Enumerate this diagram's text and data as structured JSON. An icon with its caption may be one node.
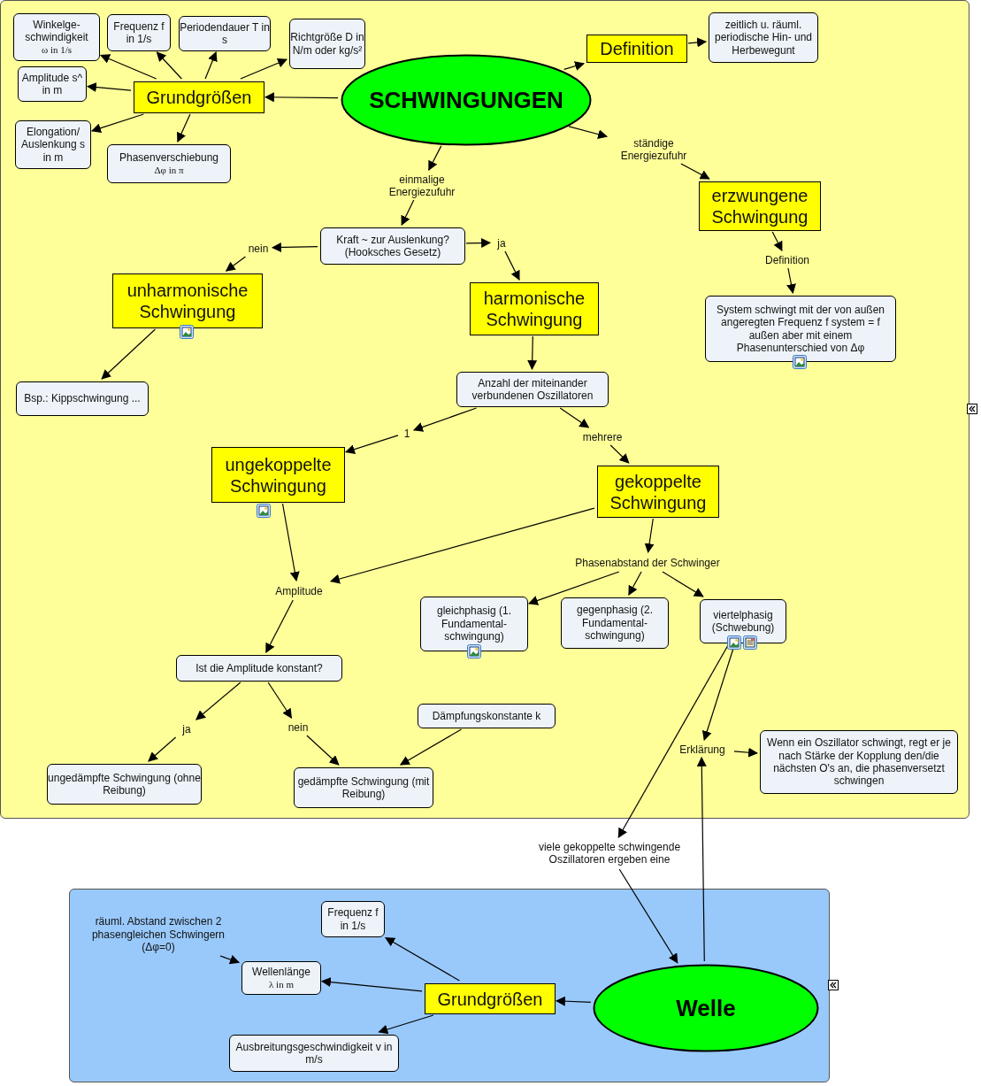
{
  "diagram": {
    "nodes": [
      {
        "text": [],
        "shape": "box"
      },
      {
        "text": [
          "SCHWINGUNGEN"
        ],
        "in": 0
      },
      {
        "text": [
          "Grundgrößen"
        ],
        "in": 0
      },
      {
        "text": [
          "Winkelge- schwindigkeit",
          "ω in 1/s"
        ],
        "in": 0
      },
      {
        "text": [
          "Frequenz f in 1/s"
        ],
        "in": 0
      },
      {
        "text": [
          "Periodendauer T in s"
        ],
        "in": 0
      },
      {
        "text": [
          "Richtgröße D in N/m oder kg/s²"
        ],
        "in": 0
      },
      {
        "text": [
          "Amplitude s^ in m"
        ],
        "in": 0
      },
      {
        "text": [
          "Elongation/ Auslenkung s in m"
        ],
        "in": 0
      },
      {
        "text": [
          "Phasenverschiebung",
          "Δφ in π"
        ],
        "in": 0
      },
      {
        "text": [
          "Definition"
        ],
        "in": 0
      },
      {
        "text": [
          "zeitlich u. räuml. periodische Hin- und Herbewegunt"
        ],
        "in": 0
      },
      {
        "text": [
          "einmalige Energiezufuhr"
        ],
        "in": 0
      },
      {
        "text": [
          "ständige Energiezufuhr"
        ],
        "in": 0
      },
      {
        "text": [
          "erzwungene Schwingung"
        ],
        "in": 0
      },
      {
        "text": [
          "Definition"
        ],
        "in": 0
      },
      {
        "text": [
          "System schwingt mit der von außen angeregten Frequenz f system = f außen aber mit einem Phasenunterschied von Δφ"
        ],
        "in": 0
      },
      {
        "text": [
          "Kraft ~ zur Auslenkung? (Hooksches Gesetz)"
        ],
        "in": 0
      },
      {
        "text": [
          "nein"
        ],
        "in": 0
      },
      {
        "text": [
          "ja"
        ],
        "in": 0
      },
      {
        "text": [
          "unharmonische Schwingung"
        ],
        "in": 0
      },
      {
        "text": [
          "harmonische Schwingung"
        ],
        "in": 0
      },
      {
        "text": [
          "Bsp.: Kippschwingung ..."
        ],
        "in": 0
      },
      {
        "text": [
          "Anzahl der miteinander verbundenen Oszillatoren"
        ],
        "in": 0
      },
      {
        "text": [
          "1"
        ],
        "in": 0
      },
      {
        "text": [
          "mehrere"
        ],
        "in": 0
      },
      {
        "text": [
          "ungekoppelte Schwingung"
        ],
        "in": 0
      },
      {
        "text": [
          "gekoppelte Schwingung"
        ],
        "in": 0
      },
      {
        "text": [
          "Phasenabstand der Schwinger"
        ],
        "in": 0
      },
      {
        "text": [
          "Amplitude"
        ],
        "in": 0
      },
      {
        "text": [
          "gleichphasig (1. Fundamental- schwingung)"
        ],
        "in": 0
      },
      {
        "text": [
          "gegenphasig (2. Fundamental- schwingung)"
        ],
        "in": 0
      },
      {
        "text": [
          "viertelphasig (Schwebung)"
        ],
        "in": 0
      },
      {
        "text": [
          "Ist die Amplitude konstant?"
        ],
        "in": 0
      },
      {
        "text": [
          "ja"
        ],
        "in": 0
      },
      {
        "text": [
          "nein"
        ],
        "in": 0
      },
      {
        "text": [
          "Dämpfungskonstante k"
        ],
        "in": 0
      },
      {
        "text": [
          "ungedämpfte Schwingung (ohne Reibung)"
        ],
        "in": 0
      },
      {
        "text": [
          "gedämpfte Schwingung (mit Reibung)"
        ],
        "in": 0
      },
      {
        "text": [
          "Erklärung"
        ],
        "in": 0
      },
      {
        "text": [
          "Wenn ein Oszillator schwingt, regt er je nach Stärke der Kopplung den/die nächsten O's an, die phasenversetzt schwingen"
        ],
        "in": 0
      },
      {
        "text": [
          "viele gekoppelte schwingende Oszillatoren ergeben eine"
        ]
      },
      {
        "text": [],
        "shape": "box"
      },
      {
        "text": [
          "Welle"
        ],
        "in": 42
      },
      {
        "text": [
          "Grundgrößen"
        ],
        "in": 42
      },
      {
        "text": [
          "Frequenz f in 1/s"
        ],
        "in": 42
      },
      {
        "text": [
          "räuml. Abstand zwischen 2 phasengleichen Schwingern (Δφ=0)"
        ],
        "in": 42
      },
      {
        "text": [
          "Wellenlänge",
          "λ in m"
        ],
        "in": 42
      },
      {
        "text": [
          "Ausbreitungsgeschwindigkeit v in m/s"
        ],
        "in": 42
      }
    ],
    "edges": [
      {
        "from": 1,
        "to": 2,
        "arrow": "to"
      },
      {
        "from": 2,
        "to": 3,
        "arrow": "to"
      },
      {
        "from": 2,
        "to": 4,
        "arrow": "to"
      },
      {
        "from": 2,
        "to": 5,
        "arrow": "to"
      },
      {
        "from": 2,
        "to": 6,
        "arrow": "to"
      },
      {
        "from": 2,
        "to": 7,
        "arrow": "to"
      },
      {
        "from": 2,
        "to": 8,
        "arrow": "to"
      },
      {
        "from": 2,
        "to": 9,
        "arrow": "to"
      },
      {
        "from": 1,
        "to": 10,
        "arrow": "to"
      },
      {
        "from": 10,
        "to": 11,
        "arrow": "to"
      },
      {
        "from": 1,
        "to": 12,
        "arrow": "to"
      },
      {
        "from": 12,
        "to": 17,
        "arrow": "to"
      },
      {
        "from": 1,
        "to": 13,
        "arrow": "to"
      },
      {
        "from": 13,
        "to": 14,
        "arrow": "to"
      },
      {
        "from": 14,
        "to": 15,
        "arrow": "to"
      },
      {
        "from": 15,
        "to": 16,
        "arrow": "to"
      },
      {
        "from": 17,
        "to": 18,
        "arrow": "to"
      },
      {
        "from": 18,
        "to": 20,
        "arrow": "to"
      },
      {
        "from": 17,
        "to": 19,
        "arrow": "to"
      },
      {
        "from": 19,
        "to": 21,
        "arrow": "to"
      },
      {
        "from": 20,
        "to": 22,
        "arrow": "to"
      },
      {
        "from": 21,
        "to": 23,
        "arrow": "to"
      },
      {
        "from": 23,
        "to": 24,
        "arrow": "to"
      },
      {
        "from": 24,
        "to": 26,
        "arrow": "to"
      },
      {
        "from": 23,
        "to": 25,
        "arrow": "to"
      },
      {
        "from": 25,
        "to": 27,
        "arrow": "to"
      },
      {
        "from": 26,
        "to": 29,
        "arrow": "to"
      },
      {
        "from": 27,
        "to": 29,
        "arrow": "to"
      },
      {
        "from": 27,
        "to": 28,
        "arrow": "to"
      },
      {
        "from": 28,
        "to": 30,
        "arrow": "to"
      },
      {
        "from": 28,
        "to": 31,
        "arrow": "to"
      },
      {
        "from": 28,
        "to": 32,
        "arrow": "to"
      },
      {
        "from": 29,
        "to": 33,
        "arrow": "to"
      },
      {
        "from": 33,
        "to": 34,
        "arrow": "to"
      },
      {
        "from": 34,
        "to": 37,
        "arrow": "to"
      },
      {
        "from": 33,
        "to": 35,
        "arrow": "to"
      },
      {
        "from": 35,
        "to": 38,
        "arrow": "to"
      },
      {
        "from": 36,
        "to": 38,
        "arrow": "to"
      },
      {
        "from": 32,
        "to": 39,
        "arrow": "to"
      },
      {
        "from": 39,
        "to": 40,
        "arrow": "to"
      },
      {
        "from": 32,
        "to": 41,
        "arrow": "to"
      },
      {
        "from": 41,
        "to": 43,
        "arrow": "to"
      },
      {
        "from": 43,
        "to": 39,
        "arrow": "to"
      },
      {
        "from": 43,
        "to": 44,
        "arrow": "to"
      },
      {
        "from": 44,
        "to": 45,
        "arrow": "to"
      },
      {
        "from": 44,
        "to": 47,
        "arrow": "to"
      },
      {
        "from": 44,
        "to": 48,
        "arrow": "to"
      },
      {
        "from": 46,
        "to": 47,
        "arrow": "to"
      }
    ]
  }
}
